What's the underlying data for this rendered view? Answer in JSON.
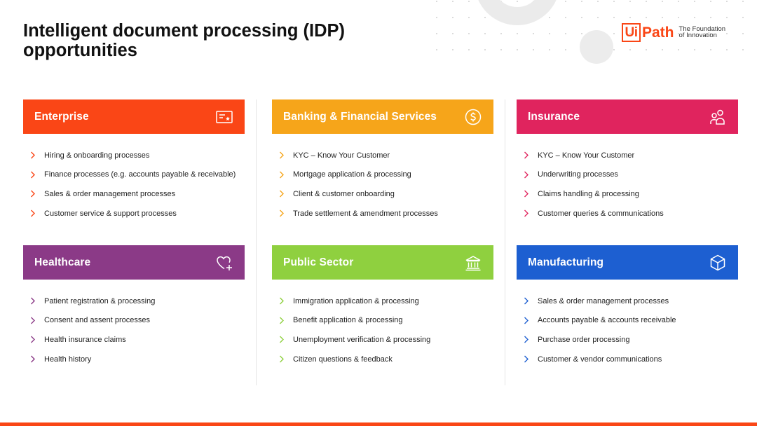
{
  "title": "Intelligent document processing (IDP) opportunities",
  "logo": {
    "box_text": "Ui",
    "wordmark": "Path",
    "tagline_line1": "The Foundation",
    "tagline_line2": "of Innovation"
  },
  "colors": {
    "brand": "#fa4616",
    "enterprise": "#fa4616",
    "banking": "#f6a51a",
    "insurance": "#e0245e",
    "healthcare": "#8b3a87",
    "public_sector": "#8fd03f",
    "manufacturing": "#1d5fd1"
  },
  "cards": [
    {
      "title": "Enterprise",
      "icon": "certificate-icon",
      "items": [
        "Hiring & onboarding processes",
        "Finance processes (e.g. accounts payable & receivable)",
        "Sales & order management processes",
        "Customer service & support processes"
      ]
    },
    {
      "title": "Banking & Financial Services",
      "icon": "dollar-coin-icon",
      "items": [
        "KYC – Know Your Customer",
        "Mortgage application & processing",
        "Client & customer onboarding",
        "Trade settlement & amendment processes"
      ]
    },
    {
      "title": "Insurance",
      "icon": "people-icon",
      "items": [
        "KYC – Know Your Customer",
        "Underwriting processes",
        "Claims handling & processing",
        "Customer queries & communications"
      ]
    },
    {
      "title": "Healthcare",
      "icon": "heart-plus-icon",
      "items": [
        "Patient registration & processing",
        "Consent and assent processes",
        "Health insurance claims",
        "Health history"
      ]
    },
    {
      "title": "Public Sector",
      "icon": "government-building-icon",
      "items": [
        "Immigration application & processing",
        "Benefit application & processing",
        "Unemployment verification & processing",
        "Citizen questions & feedback"
      ]
    },
    {
      "title": "Manufacturing",
      "icon": "cube-icon",
      "items": [
        "Sales & order management processes",
        "Accounts payable & accounts receivable",
        "Purchase order processing",
        "Customer & vendor communications"
      ]
    }
  ]
}
